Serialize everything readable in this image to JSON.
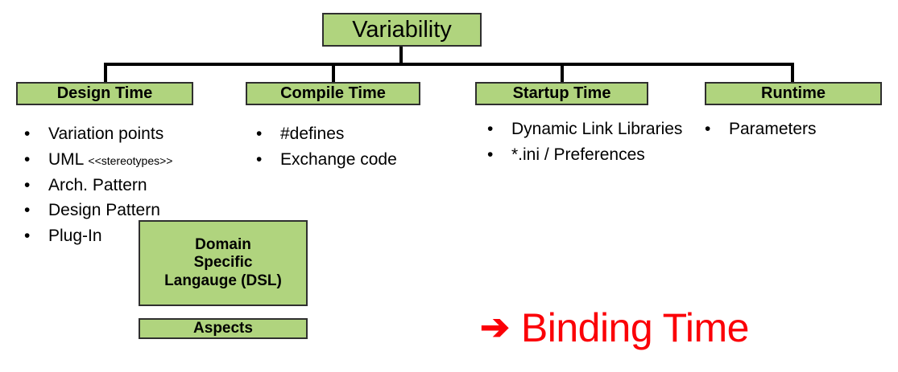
{
  "diagram": {
    "root": {
      "label": "Variability"
    },
    "levels": [
      {
        "id": "design-time",
        "label": "Design Time",
        "items": [
          {
            "text": "Variation points",
            "note": ""
          },
          {
            "text": "UML ",
            "note": "<<stereotypes>>"
          },
          {
            "text": "Arch. Pattern",
            "note": ""
          },
          {
            "text": "Design Pattern",
            "note": ""
          },
          {
            "text": "Plug-In",
            "note": ""
          }
        ]
      },
      {
        "id": "compile-time",
        "label": "Compile Time",
        "items": [
          {
            "text": "#defines",
            "note": ""
          },
          {
            "text": "Exchange code",
            "note": ""
          }
        ]
      },
      {
        "id": "startup-time",
        "label": "Startup Time",
        "items": [
          {
            "text": "Dynamic Link Libraries",
            "note": ""
          },
          {
            "text": "*.ini / Preferences",
            "note": ""
          }
        ]
      },
      {
        "id": "runtime",
        "label": "Runtime",
        "items": [
          {
            "text": "Parameters",
            "note": ""
          }
        ]
      }
    ],
    "extra_boxes": [
      {
        "id": "dsl",
        "lines": [
          "Domain",
          "Specific",
          "Langauge (DSL)"
        ]
      },
      {
        "id": "aspects",
        "lines": [
          "Aspects"
        ]
      }
    ],
    "callout": {
      "arrow_icon": "right-arrow-icon",
      "arrow_glyph": "➔",
      "text": "Binding Time"
    },
    "bullet_glyph": "•",
    "colors": {
      "box_fill": "#b0d47e",
      "box_border": "#2f2f2f",
      "connector": "#000000",
      "callout_red": "#fb0007",
      "text": "#000000",
      "background": "#ffffff"
    }
  }
}
